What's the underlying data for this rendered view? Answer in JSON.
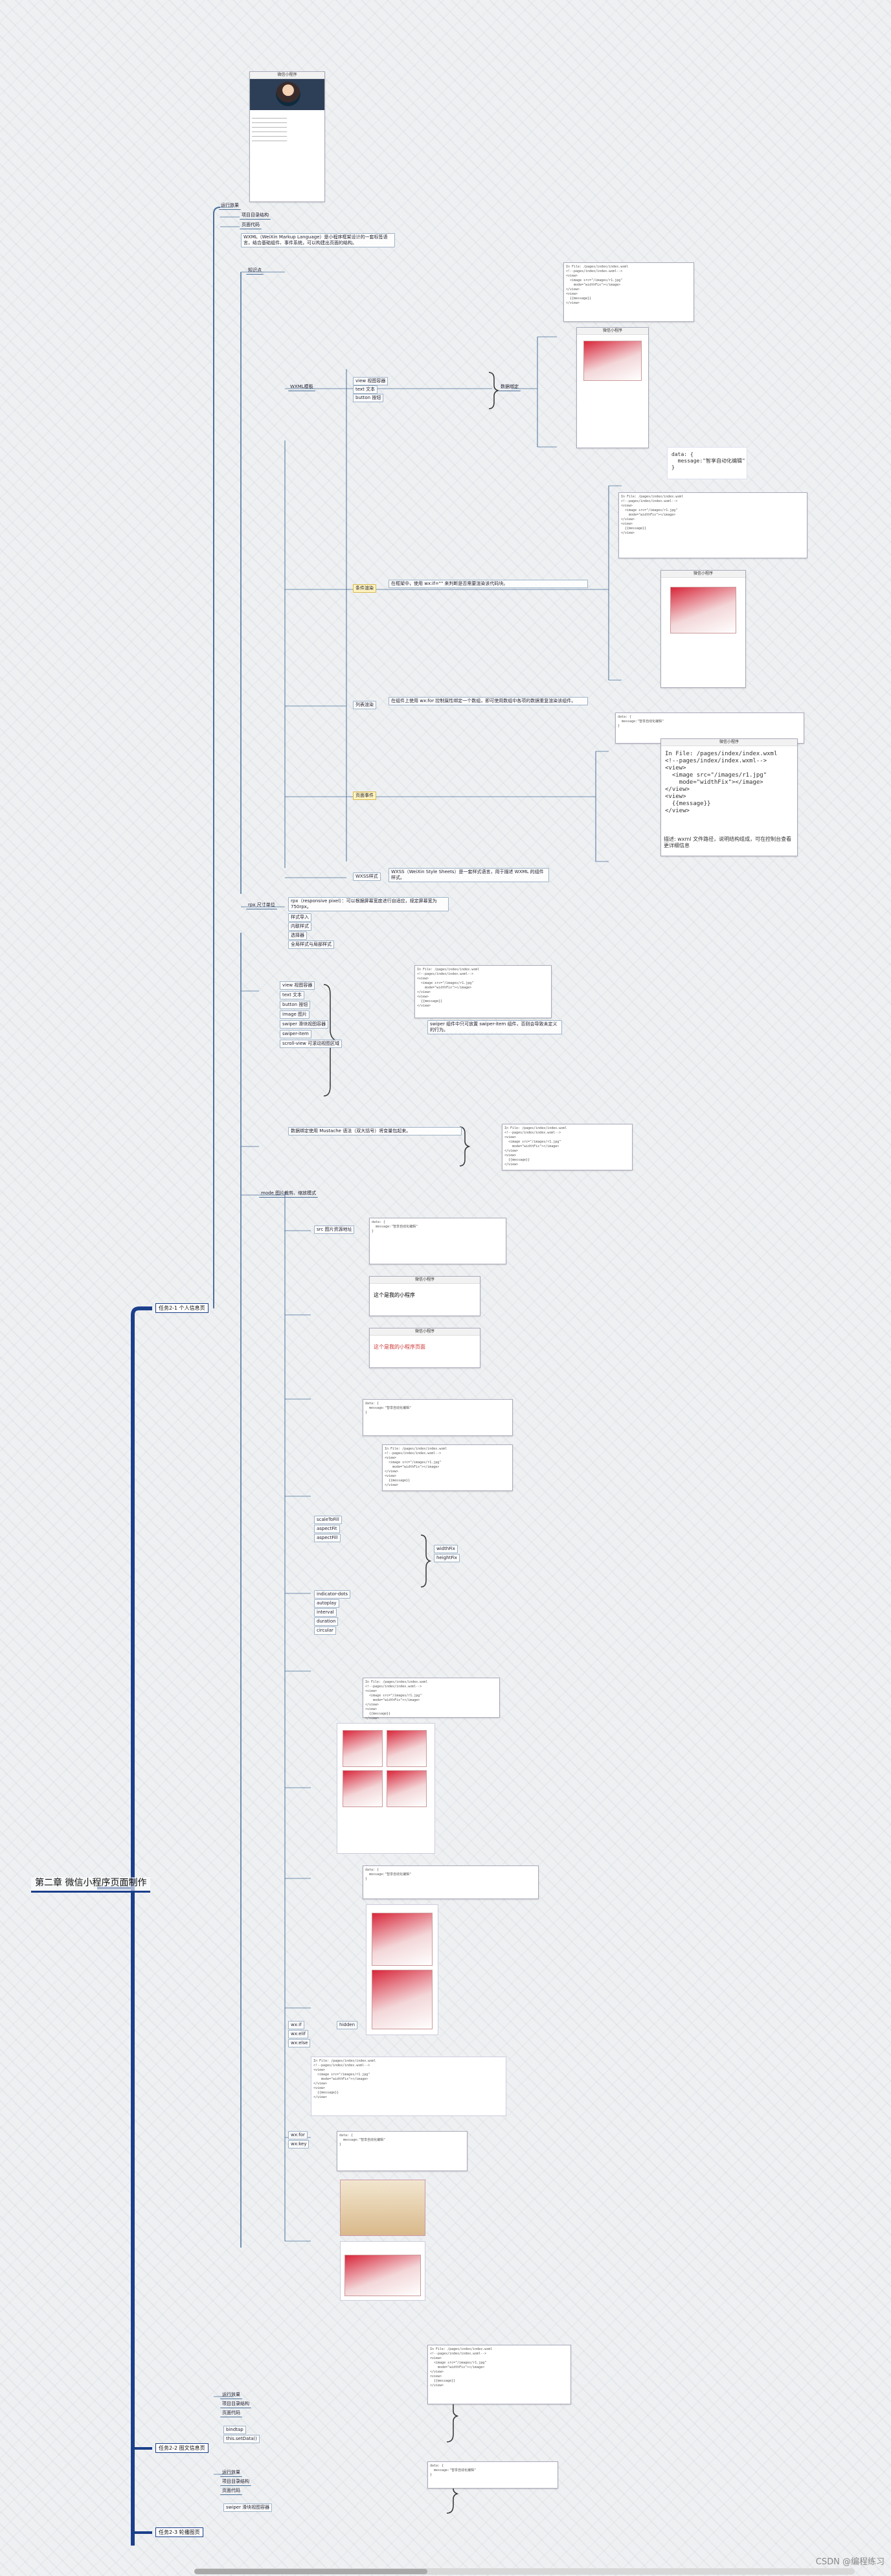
{
  "central_topic": "第二章 微信小程序页面制作",
  "chapters": [
    "任务2-1 个人信息页",
    "任务2-2 图文信息页",
    "任务2-3 轮播图页"
  ],
  "colors": {
    "trunk": "#1b3f8b",
    "branch": "#4a6f99",
    "highlight": "#d9b84a",
    "page_bg": "#eef0f2"
  },
  "nodes": [
    "运行效果",
    "项目目录结构",
    "页面代码",
    "知识点",
    "WXML模板",
    "WXSS样式",
    "数据绑定",
    "条件渲染",
    "列表渲染",
    "页面事件",
    "view 视图容器",
    "text 文本",
    "button 按钮",
    "image 图片",
    "swiper 滑块视图容器",
    "swiper-item",
    "scroll-view 可滚动视图区域",
    "rpx 尺寸单位",
    "样式导入",
    "内联样式",
    "选择器",
    "全局样式与局部样式",
    "mode 图片裁剪、缩放模式",
    "src 图片资源地址",
    "scaleToFill",
    "aspectFit",
    "aspectFill",
    "widthFix",
    "heightFix",
    "indicator-dots",
    "autoplay",
    "interval",
    "duration",
    "circular",
    "data",
    "wx:if",
    "wx:elif",
    "wx:else",
    "hidden",
    "wx:for",
    "wx:key",
    "bindtap",
    "this.setData()"
  ],
  "notes": [
    "WXML（WeiXin Markup Language）是小程序框架设计的一套标签语言，结合基础组件、事件系统，可以构建出页面的结构。",
    "WXSS（WeiXin Style Sheets）是一套样式语言，用于描述 WXML 的组件样式。",
    "数据绑定使用 Mustache 语法（双大括号）将变量包起来。",
    "在框架中，使用 wx:if=\"\" 来判断是否需要渲染该代码块。",
    "在组件上使用 wx:for 控制属性绑定一个数组，即可使用数组中各项的数据重复渲染该组件。",
    "rpx（responsive pixel）：可以根据屏幕宽度进行自适应，规定屏幕宽为750rpx。",
    "swiper 组件中只可放置 swiper-item 组件，否则会导致未定义的行为。"
  ],
  "snippets": {
    "data_block": "data: {\n  message:\"智享自动化编辑\"\n}",
    "wxml_block": "In File: /pages/index/index.wxml\n<!--pages/index/index.wxml-->\n<view>\n  <image src=\"/images/r1.jpg\"\n    mode=\"widthFix\"></image>\n</view>\n<view>\n  {{message}}\n</view>",
    "caption": "描述: wxml 文件路径，说明结构组成，可在控制台查看更详细信息"
  },
  "phone": {
    "title": "微信小程序",
    "text_a": "这个是我的小程序",
    "text_b": "这个是我的小程序页面"
  },
  "watermark": "CSDN @编程练习"
}
